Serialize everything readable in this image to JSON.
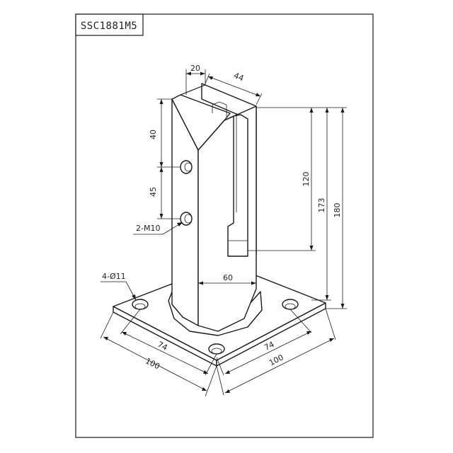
{
  "title": "SSC1881M5",
  "dimensions": {
    "width_top": "20",
    "depth_top": "44",
    "hole_top_offset": "40",
    "hole_spacing": "45",
    "hole_label": "2-M10",
    "slot_height": "120",
    "post_height": "173",
    "total_height": "180",
    "post_width": "60",
    "base_hole_label": "4-Ø11",
    "base_hole_spacing_left": "74",
    "base_width_left": "100",
    "base_hole_spacing_right": "74",
    "base_width_right": "100"
  }
}
